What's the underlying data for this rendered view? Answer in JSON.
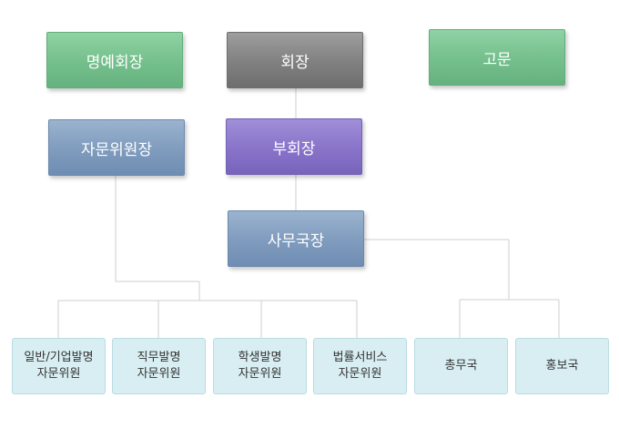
{
  "nodes": {
    "honorary_chairman": "명예회장",
    "chairman": "회장",
    "advisor": "고문",
    "advisory_committee_chair": "자문위원장",
    "vice_chairman": "부회장",
    "secretary_general": "사무국장"
  },
  "leaves": [
    {
      "line1": "일반/기업발명",
      "line2": "자문위원"
    },
    {
      "line1": "직무발명",
      "line2": "자문위원"
    },
    {
      "line1": "학생발명",
      "line2": "자문위원"
    },
    {
      "line1": "법률서비스",
      "line2": "자문위원"
    },
    {
      "line1": "총무국",
      "line2": ""
    },
    {
      "line1": "홍보국",
      "line2": ""
    }
  ],
  "colors": {
    "green": "#74bf8c",
    "gray": "#808080",
    "steel_blue": "#7f9bbd",
    "purple": "#8873c9",
    "leaf_fill": "#d8eef2",
    "connector": "#cfcfcf"
  }
}
